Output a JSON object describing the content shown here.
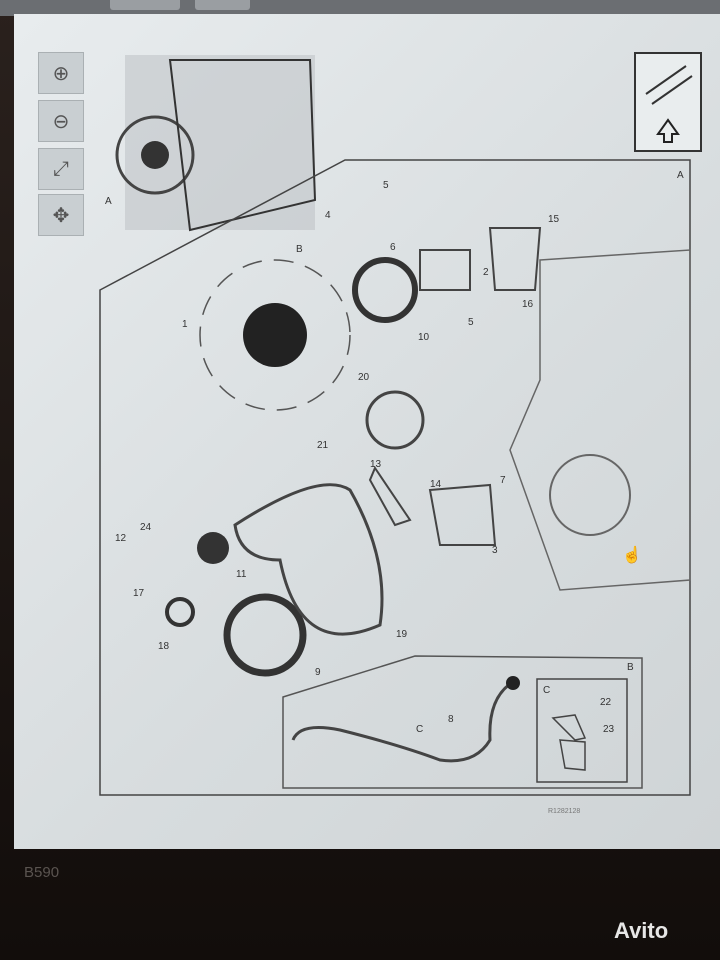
{
  "toolbar": {
    "zoom_in": "zoom-in",
    "zoom_out": "zoom-out",
    "fit": "fit-to-screen",
    "pan": "pan"
  },
  "diagram": {
    "figure_id": "R1282128",
    "callouts": [
      "1",
      "2",
      "3",
      "4",
      "5",
      "5",
      "6",
      "7",
      "8",
      "9",
      "10",
      "11",
      "12",
      "13",
      "14",
      "15",
      "16",
      "17",
      "18",
      "19",
      "20",
      "21",
      "22",
      "23",
      "24"
    ],
    "view_labels": {
      "a_main": "A",
      "a_box": "A",
      "b_leader": "B",
      "b_box": "B",
      "c_leader": "C",
      "c_box": "C"
    }
  },
  "laptop": {
    "model": "B590"
  },
  "watermark": "Avito"
}
